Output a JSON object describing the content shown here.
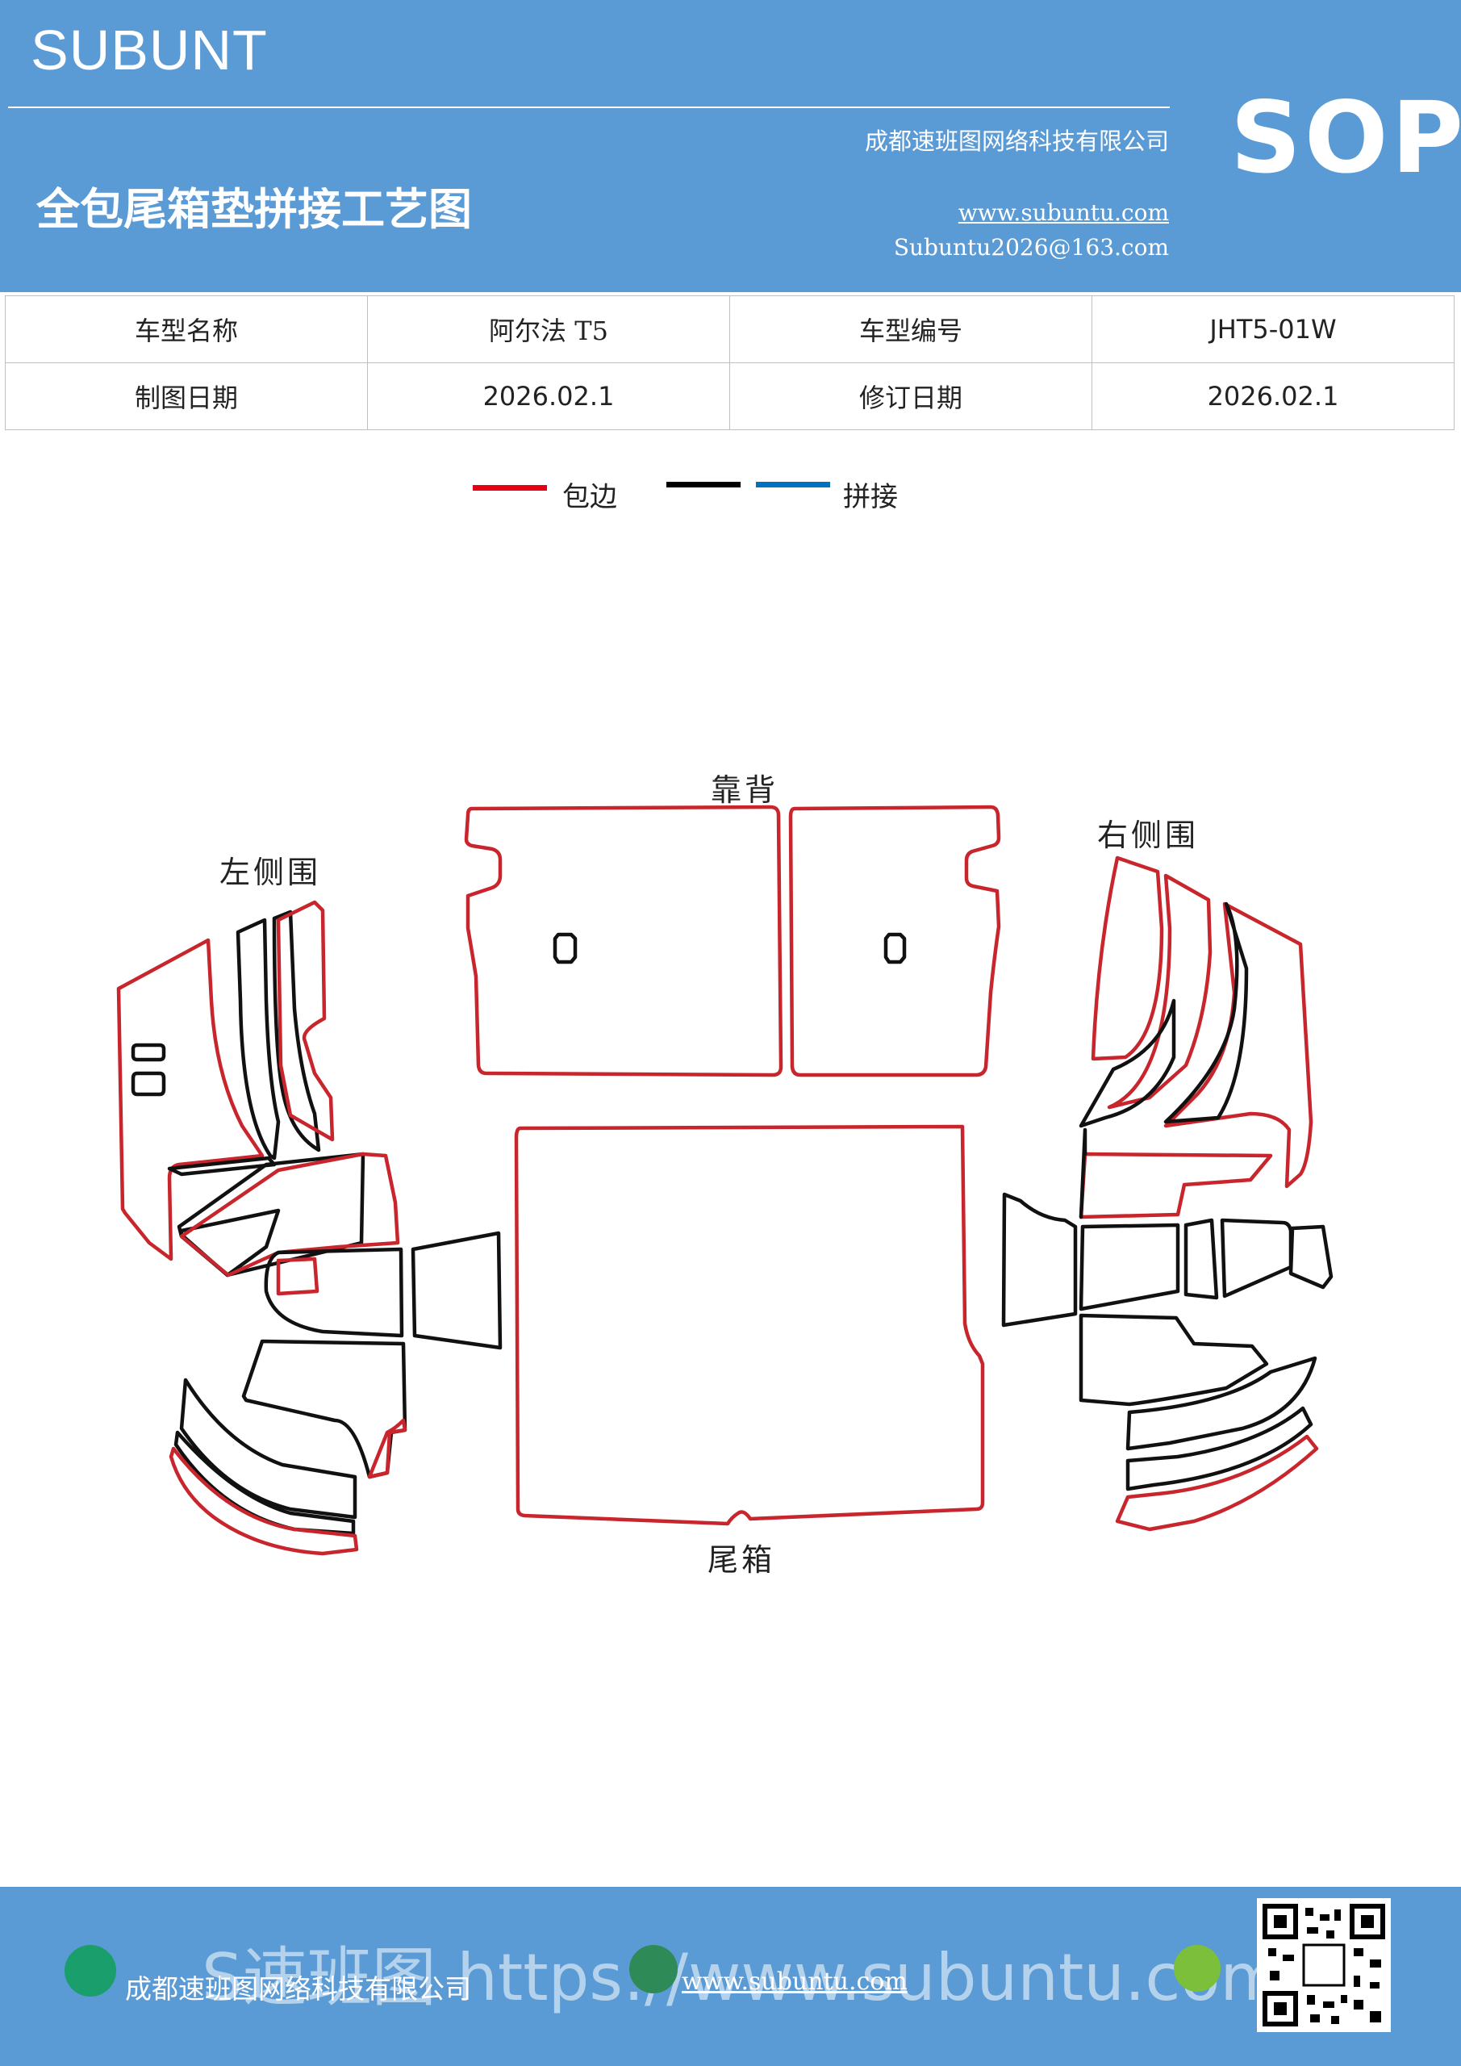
{
  "header": {
    "brand": "SUBUNT",
    "title": "全包尾箱垫拼接工艺图",
    "company": "成都速班图网络科技有限公司",
    "website": "www.subuntu.com",
    "email": "Subuntu2026@163.com",
    "badge": "SOP"
  },
  "info_table": {
    "rows": [
      [
        "车型名称",
        "阿尔法 T5",
        "车型编号",
        "JHT5-01W"
      ],
      [
        "制图日期",
        "2026.02.1",
        "修订日期",
        "2026.02.1"
      ]
    ]
  },
  "legend": {
    "items": [
      {
        "label": "包边",
        "color": "#e60012"
      },
      {
        "label": "",
        "color": "#000000"
      },
      {
        "label": "拼接",
        "color": "#0070c0"
      }
    ]
  },
  "diagram": {
    "labels": {
      "backrest": "靠背",
      "left_side": "左侧围",
      "right_side": "右侧围",
      "trunk": "尾箱"
    },
    "edge_color": "#c8262c",
    "seam_color": "#111111"
  },
  "footer": {
    "company": "成都速班图网络科技有限公司",
    "website": "www.subuntu.com",
    "overlay": "S速班图 https://www.subuntu.com"
  }
}
